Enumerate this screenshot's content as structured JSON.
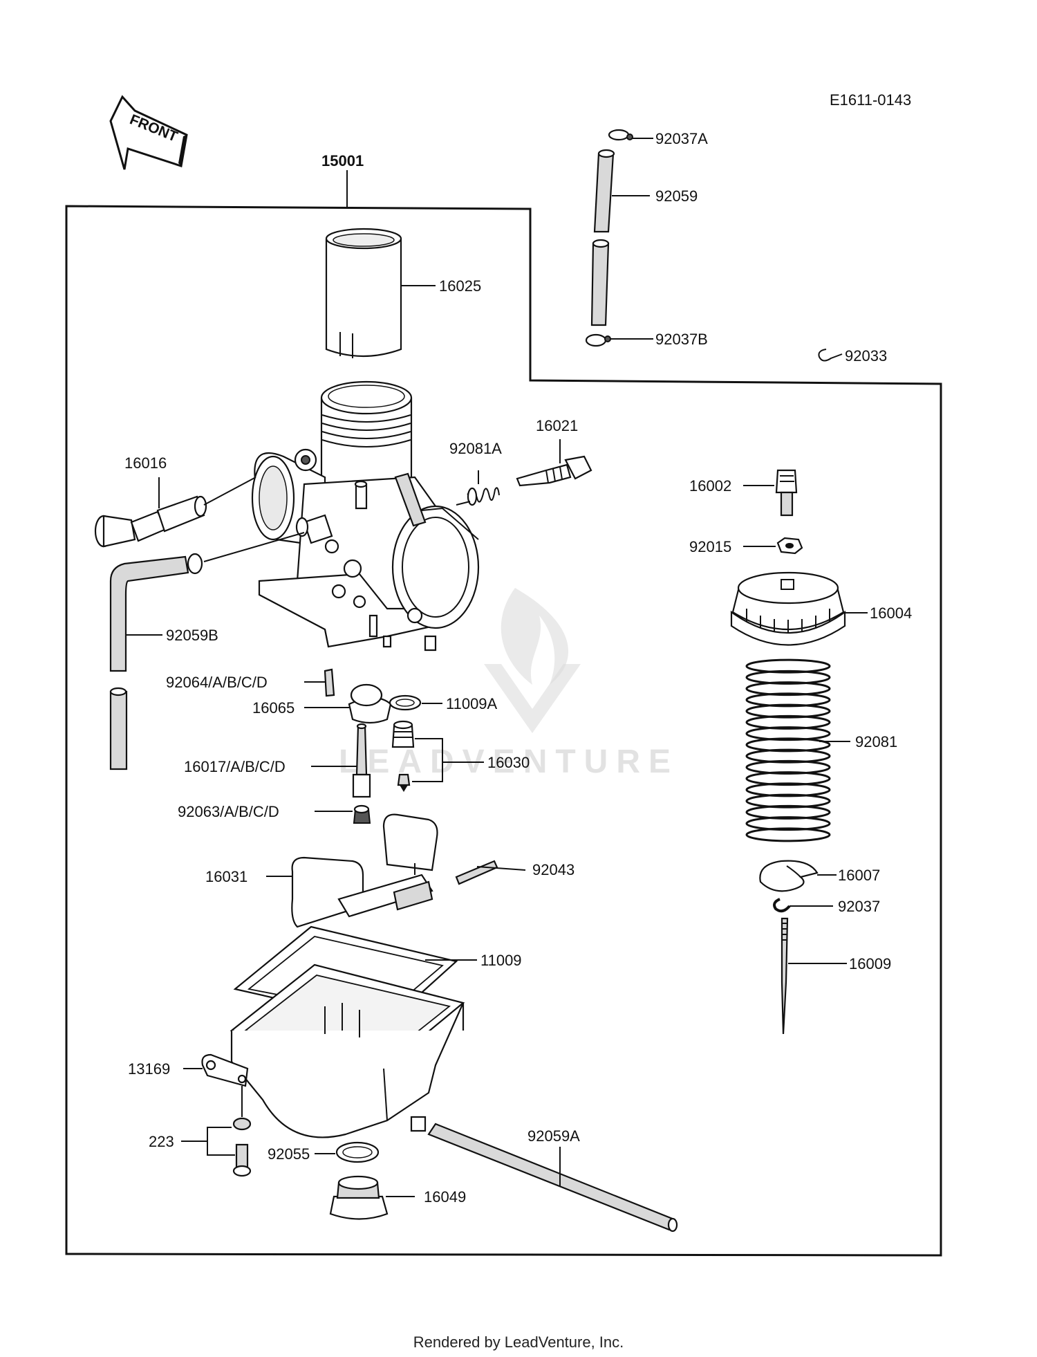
{
  "diagram_code": "E1611-0143",
  "front_label": "FRONT",
  "assembly_number": "15001",
  "parts": {
    "p16025": "16025",
    "p92037A": "92037A",
    "p92059": "92059",
    "p92037B": "92037B",
    "p92033": "92033",
    "p16021": "16021",
    "p92081A": "92081A",
    "p16016": "16016",
    "p16002": "16002",
    "p92015": "92015",
    "p16004": "16004",
    "p92059B": "92059B",
    "p92064": "92064/A/B/C/D",
    "p11009A": "11009A",
    "p16065": "16065",
    "p16017": "16017/A/B/C/D",
    "p16030": "16030",
    "p92063": "92063/A/B/C/D",
    "p92081": "92081",
    "p16031": "16031",
    "p92043": "92043",
    "p16007": "16007",
    "p92037": "92037",
    "p11009": "11009",
    "p16009": "16009",
    "p13169": "13169",
    "p223": "223",
    "p92059A": "92059A",
    "p92055": "92055",
    "p16049": "16049"
  },
  "watermark_text": "LEADVENTURE",
  "footer": "Rendered by LeadVenture, Inc."
}
